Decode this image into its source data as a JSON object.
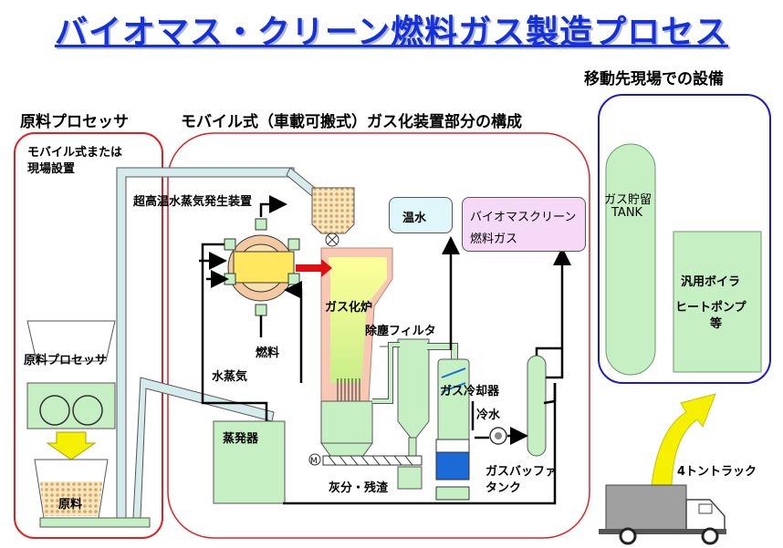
{
  "title": "バイオマス・クリーン燃料ガス製造プロセス",
  "sections": {
    "onsite": "移動先現場での設備",
    "raw_processor": "原料プロセッサ",
    "gasifier_unit": "モバイル式（車載可搬式）ガス化装置部分の構成"
  },
  "labels": {
    "mobile_or_onsite_line1": "モバイル式または",
    "mobile_or_onsite_line2": "現場設置",
    "steam_generator": "超高温水蒸気発生装置",
    "warm_water": "温水",
    "clean_gas_line1": "バイオマスクリーン",
    "clean_gas_line2": "燃料ガス",
    "gas_tank_line1": "ガス貯留",
    "gas_tank_line2": "TANK",
    "boiler_line1": "汎用ボイラ",
    "boiler_line2": "ヒートポンプ",
    "boiler_line3": "等",
    "gasifier": "ガス化炉",
    "dust_filter": "除塵フィルタ",
    "fuel": "燃料",
    "steam": "水蒸気",
    "gas_cooler": "ガス冷却器",
    "cold_water": "冷水",
    "processor": "原料プロセッサ",
    "evaporator": "蒸発器",
    "ash": "灰分・残渣",
    "gas_buffer_line1": "ガスバッファ",
    "gas_buffer_line2": "タンク",
    "raw_material": "原料",
    "truck": "4トントラック",
    "motor": "M"
  },
  "colors": {
    "title": "#1530d8",
    "border_red": "#e02020",
    "border_blue": "#1a1ad0",
    "equipment_green": "#c6efc4",
    "gasifier_pink": "#f7c9b4",
    "gasifier_yellow": "#f4f58a",
    "warm_water_fill": "#dff7fb",
    "clean_gas_fill": "#f6d9f6",
    "arrow_yellow": "#f4f000",
    "water_blue": "#1a6ad8",
    "truck_gray": "#a0a0a0"
  }
}
